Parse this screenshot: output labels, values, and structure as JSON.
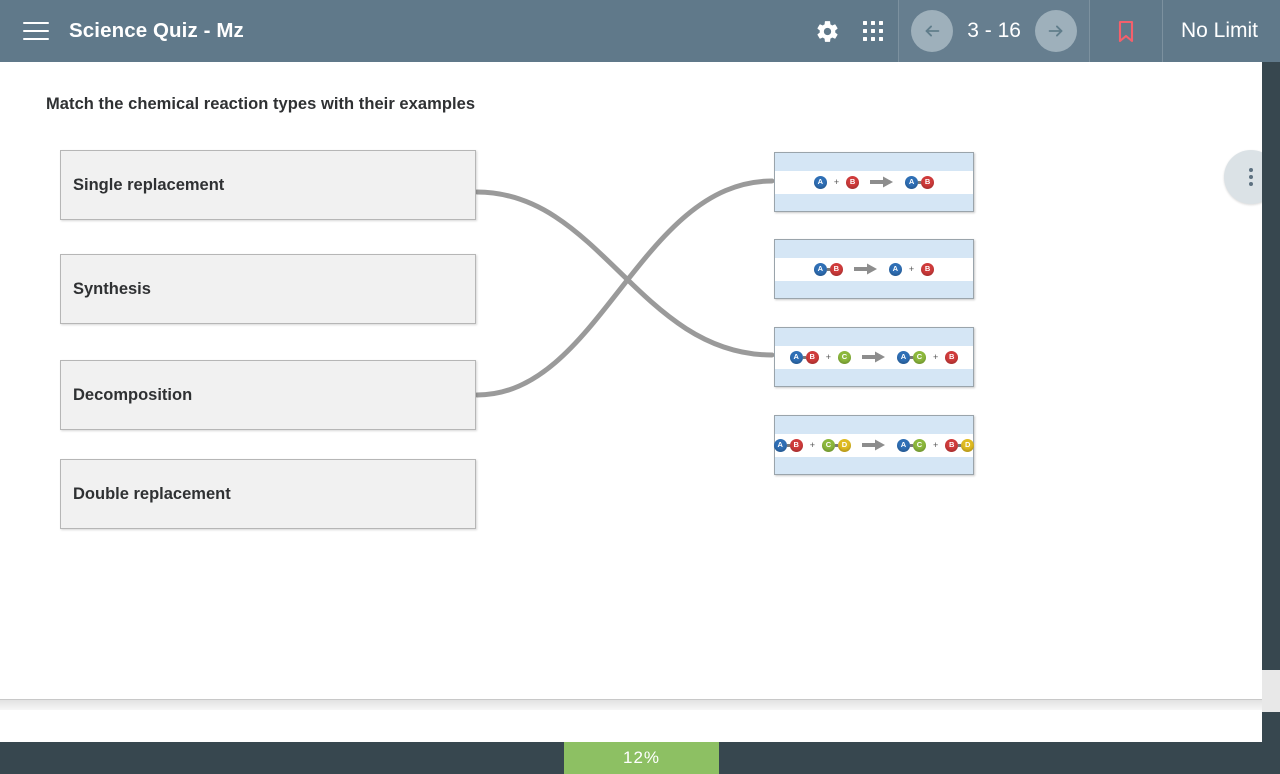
{
  "header": {
    "menu_icon": "hamburger-icon",
    "title": "Science Quiz - Mz",
    "settings_icon": "gear-icon",
    "apps_icon": "grid-icon",
    "prev_icon": "arrow-left-icon",
    "next_icon": "arrow-right-icon",
    "counter": "3 - 16",
    "bookmark_icon": "bookmark-icon",
    "bookmark_color": "#f4606c",
    "time_limit": "No Limit"
  },
  "question": {
    "prompt": "Match the chemical reaction types with their examples",
    "left_items": [
      {
        "label": "Single replacement"
      },
      {
        "label": "Synthesis"
      },
      {
        "label": "Decomposition"
      },
      {
        "label": "Double replacement"
      }
    ],
    "right_cards": [
      {
        "name": "synthesis-diagram",
        "reactants": [
          {
            "atoms": [
              "A"
            ]
          },
          {
            "atoms": [
              "B"
            ]
          }
        ],
        "products": [
          {
            "atoms": [
              "A",
              "B"
            ]
          }
        ]
      },
      {
        "name": "decomposition-diagram",
        "reactants": [
          {
            "atoms": [
              "A",
              "B"
            ]
          }
        ],
        "products": [
          {
            "atoms": [
              "A"
            ]
          },
          {
            "atoms": [
              "B"
            ]
          }
        ]
      },
      {
        "name": "single-replacement-diagram",
        "reactants": [
          {
            "atoms": [
              "A",
              "B"
            ]
          },
          {
            "atoms": [
              "C"
            ]
          }
        ],
        "products": [
          {
            "atoms": [
              "A",
              "C"
            ]
          },
          {
            "atoms": [
              "B"
            ]
          }
        ]
      },
      {
        "name": "double-replacement-diagram",
        "reactants": [
          {
            "atoms": [
              "A",
              "B"
            ]
          },
          {
            "atoms": [
              "C",
              "D"
            ]
          }
        ],
        "products": [
          {
            "atoms": [
              "A",
              "C"
            ]
          },
          {
            "atoms": [
              "B",
              "D"
            ]
          }
        ]
      }
    ],
    "connections": [
      {
        "from": 0,
        "to": 2
      },
      {
        "from": 2,
        "to": 0
      }
    ],
    "atom_colors": {
      "A": "#2f6fb5",
      "B": "#cf3b3b",
      "C": "#8cb83c",
      "D": "#dfbb22"
    },
    "plus_symbol": "+"
  },
  "overflow_menu": {
    "icon": "more-vertical-icon"
  },
  "footer": {
    "progress_percent": "12%",
    "progress_value": 12,
    "progress_color": "#8dc063"
  }
}
